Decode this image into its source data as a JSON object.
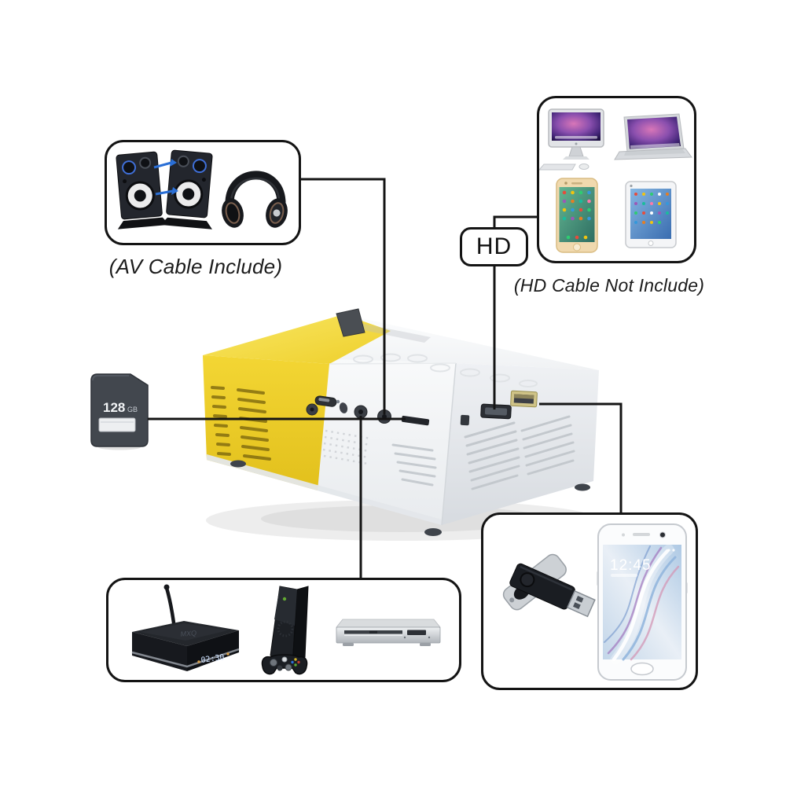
{
  "captions": {
    "av": "(AV Cable Include)",
    "hd": "(HD Cable Not Include)"
  },
  "hd_label": "HD",
  "sd_card": {
    "capacity": "128",
    "unit": "GB"
  },
  "tv_box": {
    "brand": "MXQ",
    "display": "02:30"
  },
  "smartphone": {
    "time": "12:45"
  },
  "colors": {
    "projector_yellow": "#f0d22c",
    "connector_line": "#141414",
    "box_border": "#141414",
    "arrow_blue": "#2a6fd6",
    "led_text": "#cfe2ff",
    "background": "#ffffff"
  },
  "images": {
    "speakers": "stereo-speakers-image",
    "headphones": "headphones-image",
    "desktop": "imac-desktop-image",
    "laptop": "macbook-laptop-image",
    "phone_gold": "iphone-gold-image",
    "tablet": "ipad-tablet-image",
    "projector": "mini-projector-image",
    "sd": "sd-card-image",
    "tvbox": "android-tv-box-image",
    "console": "game-console-image",
    "controller": "gamepad-image",
    "dvd": "dvd-player-image",
    "usb": "usb-flash-drive-image",
    "phone_white": "galaxy-phone-image"
  }
}
